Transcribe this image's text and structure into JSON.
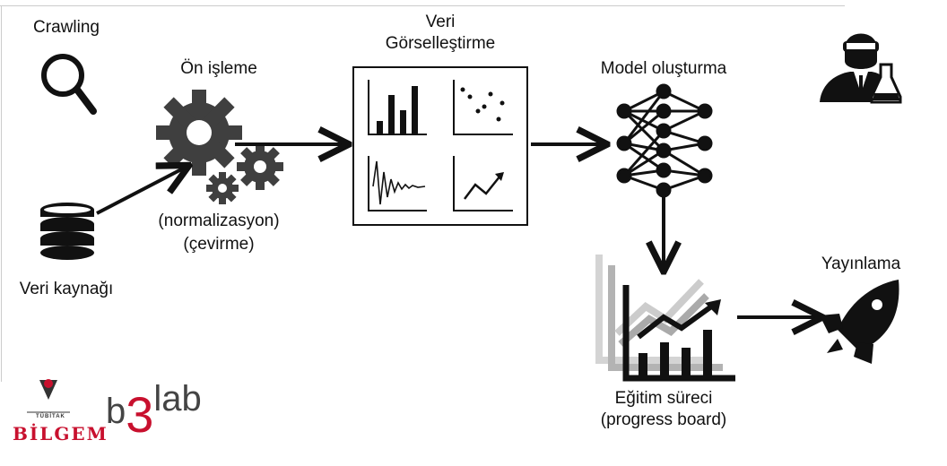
{
  "labels": {
    "crawling": "Crawling",
    "on_isleme": "Ön işleme",
    "normalizasyon": "(normalizasyon)",
    "cevirme": "(çevirme)",
    "veri_kaynagi": "Veri kaynağı",
    "veri_gorsellestirme_line1": "Veri",
    "veri_gorsellestirme_line2": "Görselleştirme",
    "model_olusturma": "Model oluşturma",
    "egitim_sureci_line1": "Eğitim süreci",
    "egitim_sureci_line2": "(progress board)",
    "yayinlama": "Yayınlama"
  },
  "logos": {
    "bilgem": "BİLGEM",
    "tubitak": "TÜBİTAK",
    "b3lab_b": "b",
    "b3lab_3": "3",
    "b3lab_lab": "lab"
  },
  "icons": {
    "crawling": "magnifier-icon",
    "source": "database-icon",
    "preprocess": "gears-icon",
    "visualization": "charts-panel-icon",
    "model": "neural-network-icon",
    "training": "progress-board-icon",
    "deploy": "rocket-icon",
    "scientist": "scientist-icon"
  },
  "colors": {
    "stroke": "#111111",
    "gear": "#3f3f3f",
    "brand_red": "#c8102e",
    "brand_gray": "#444444"
  }
}
